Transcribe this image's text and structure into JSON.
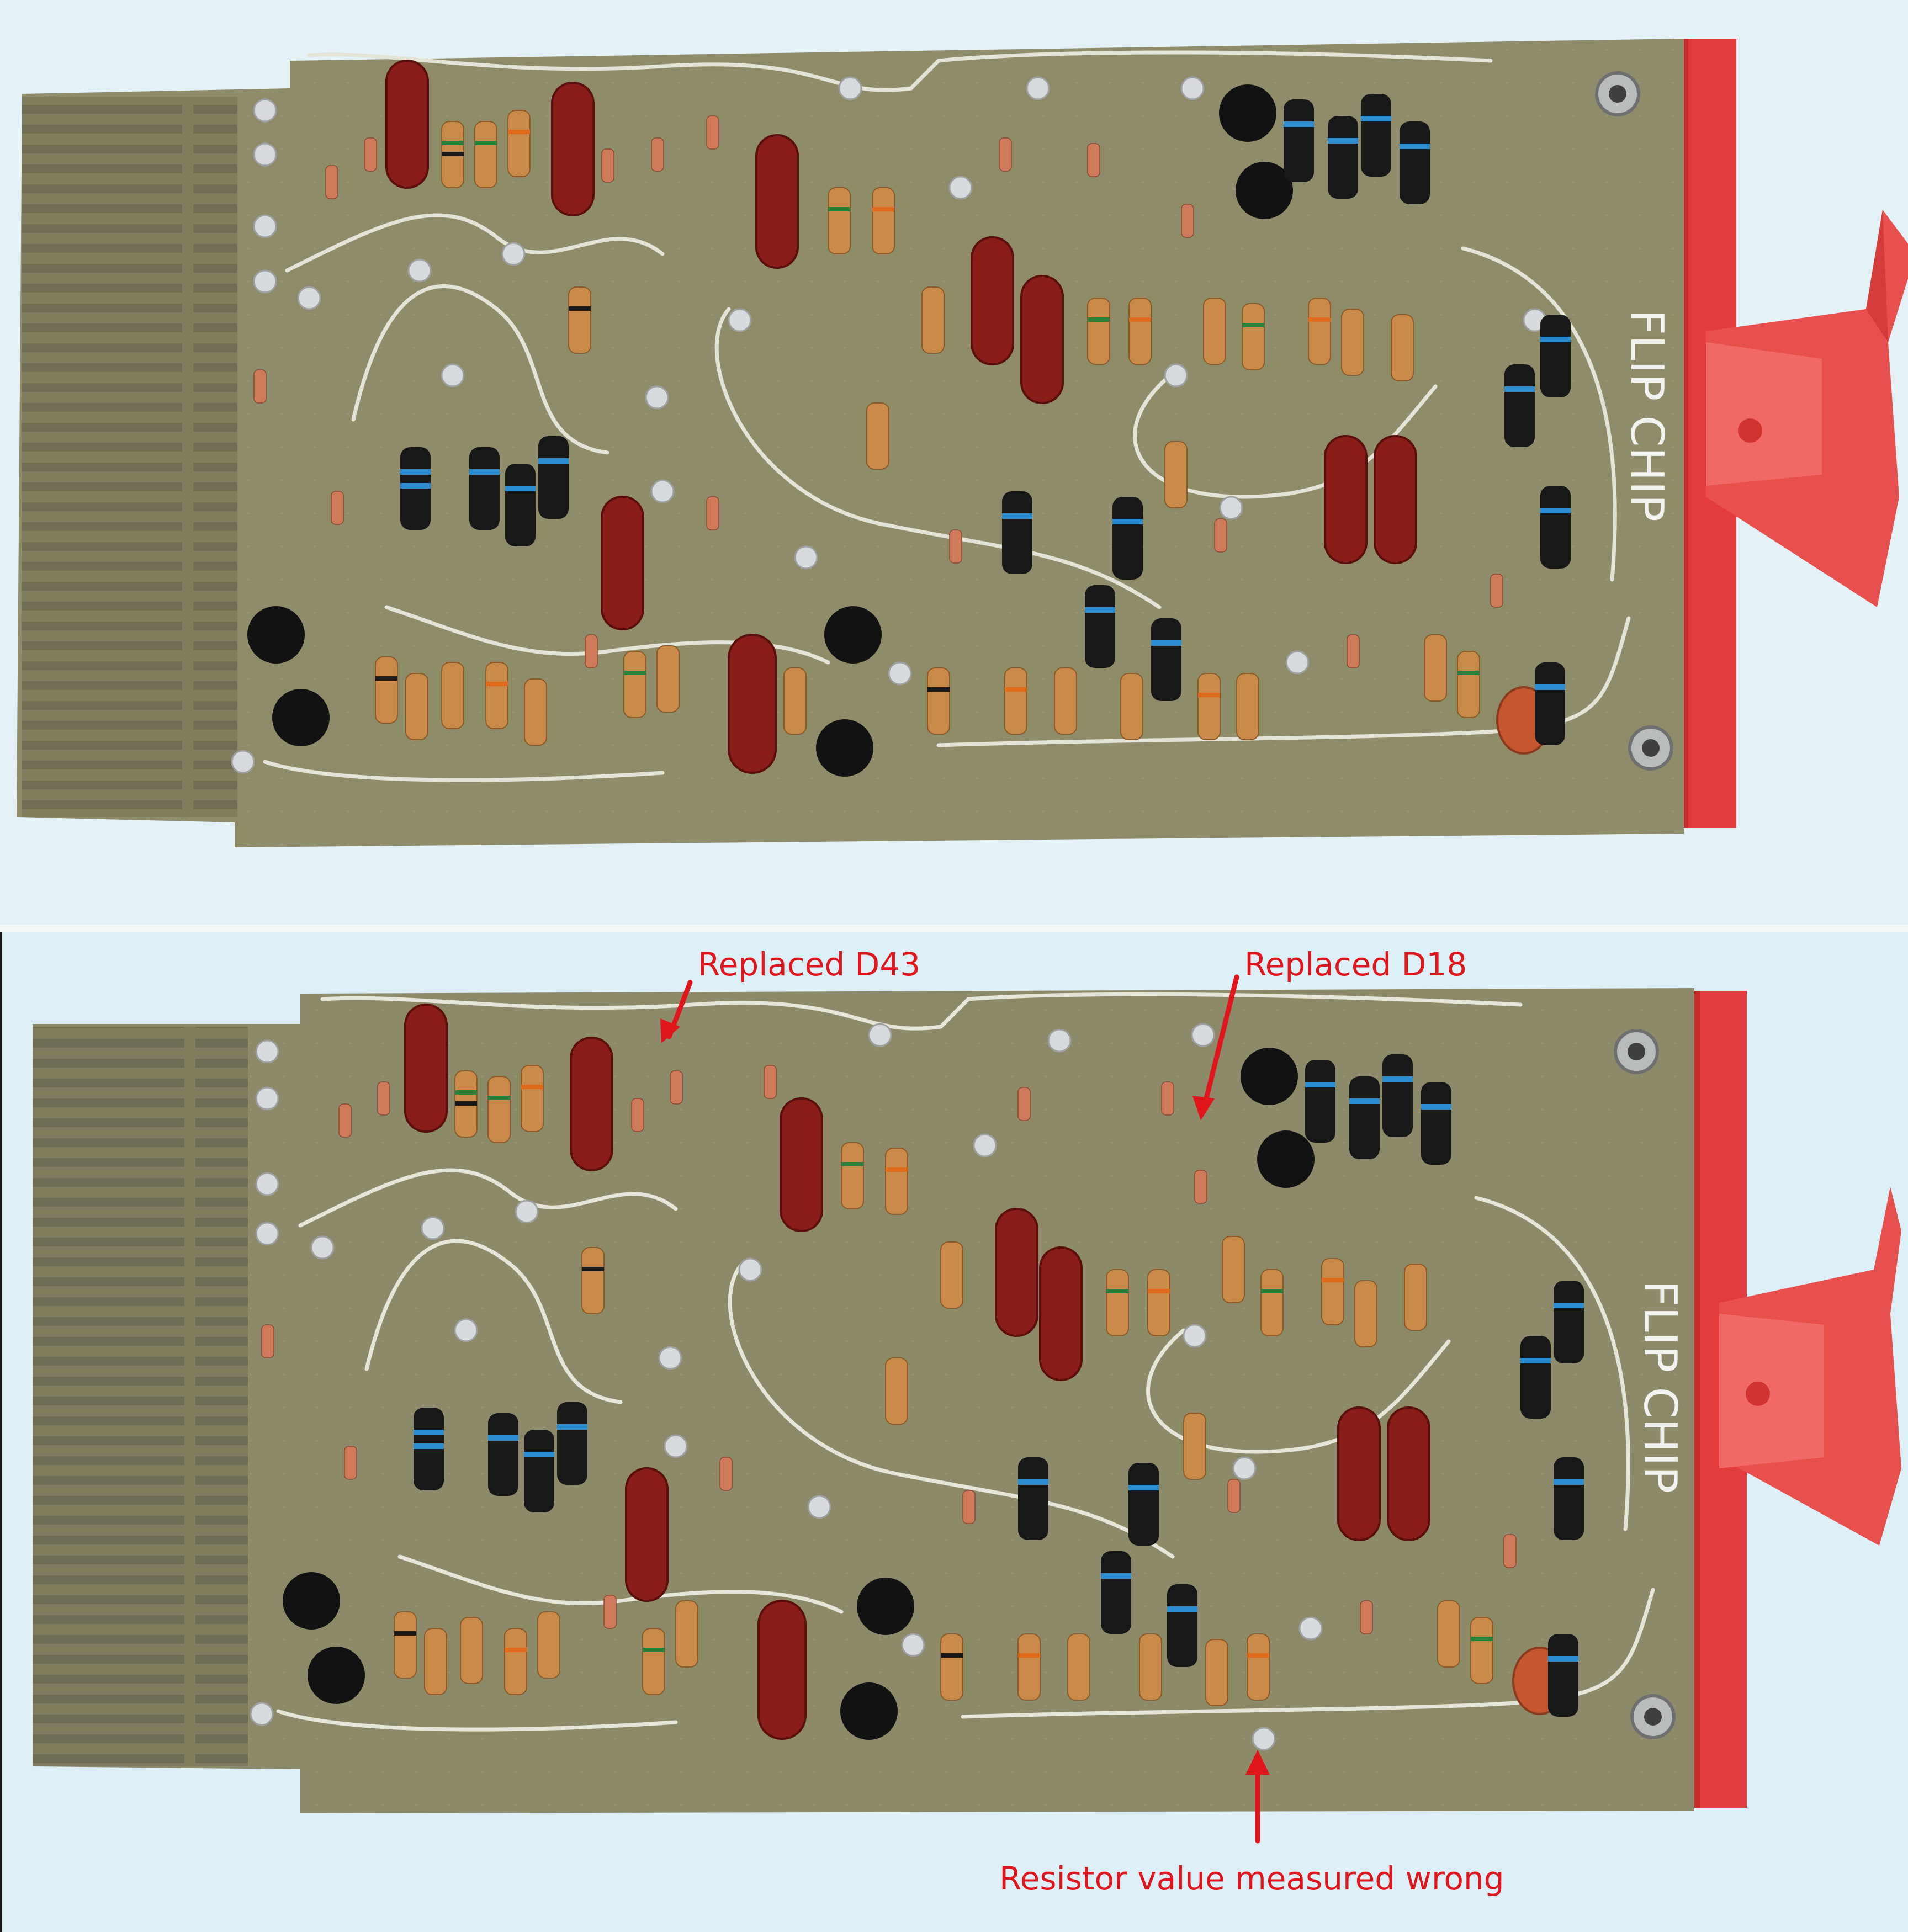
{
  "board_label": "FLIP CHIP",
  "annotations": {
    "d43": "Replaced D43",
    "d18": "Replaced D18",
    "resistor": "Resistor value measured wrong"
  },
  "colors": {
    "annotation": "#e0161c",
    "pcb": "#8f8c6a",
    "handle": "#e03a3a",
    "capacitor": "#8a1d18",
    "transistor": "#121212",
    "resistor_body": "#c98a4a"
  }
}
